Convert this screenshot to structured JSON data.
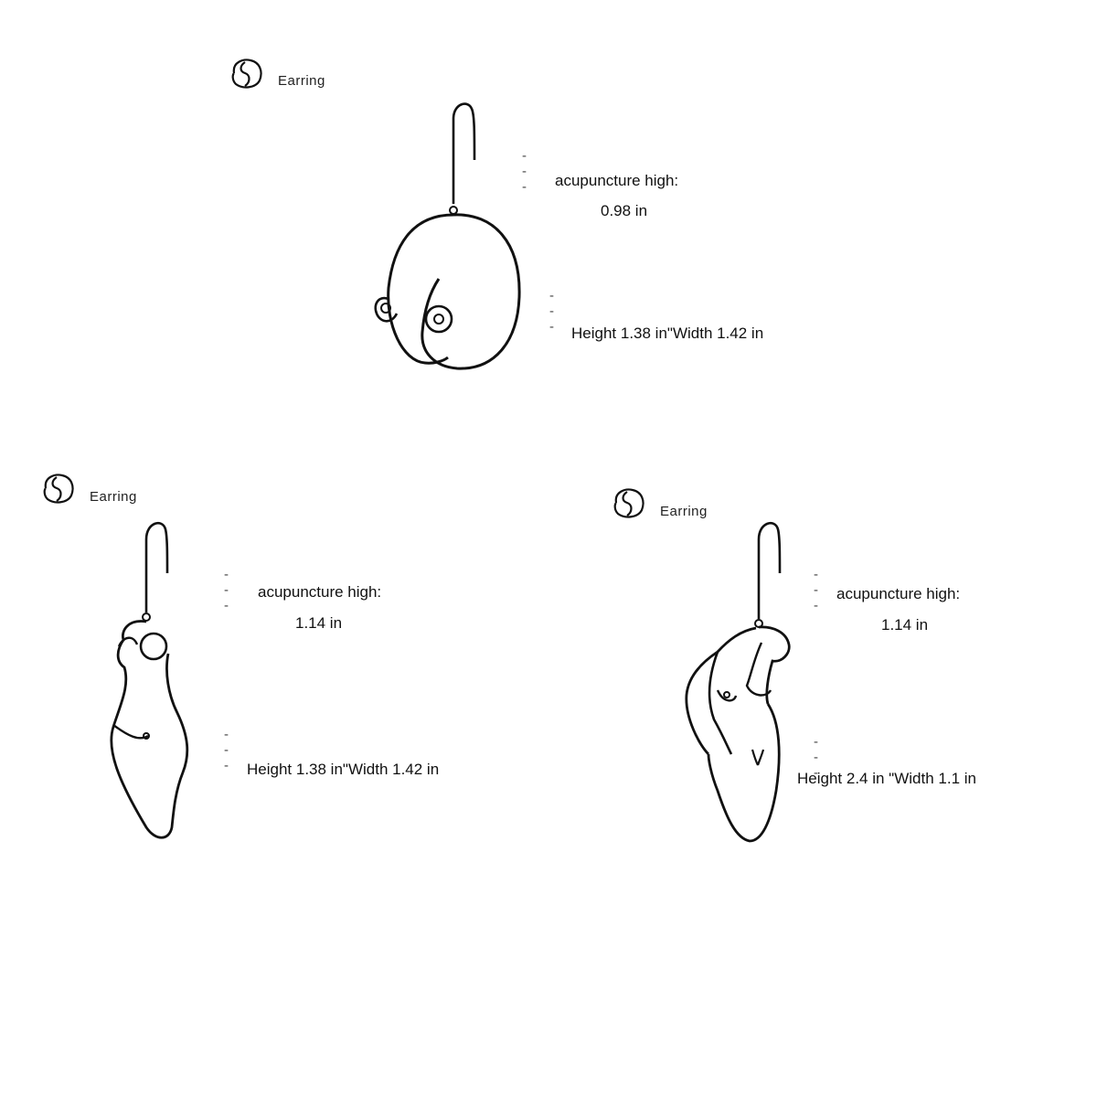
{
  "panels": [
    {
      "id": "breast",
      "brand": "Earring",
      "dash_top": "---",
      "acupuncture_label": "acupuncture high:",
      "acupuncture_value": "0.98 in",
      "dash_bottom": "---",
      "dimensions": "Height 1.38 in\"Width  1.42 in"
    },
    {
      "id": "torso",
      "brand": "Earring",
      "dash_top": "---",
      "acupuncture_label": "acupuncture high:",
      "acupuncture_value": "1.14 in",
      "dash_bottom": "---",
      "dimensions": "Height 1.38 in\"Width 1.42 in"
    },
    {
      "id": "figure",
      "brand": "Earring",
      "dash_top": "---",
      "acupuncture_label": "acupuncture high:",
      "acupuncture_value": "1.14 in",
      "dash_bottom": "---",
      "dimensions": "Height  2.4 in \"Width 1.1 in"
    }
  ],
  "icons": {
    "logo": "brand-logo-icon",
    "stroke_color": "#111111"
  }
}
